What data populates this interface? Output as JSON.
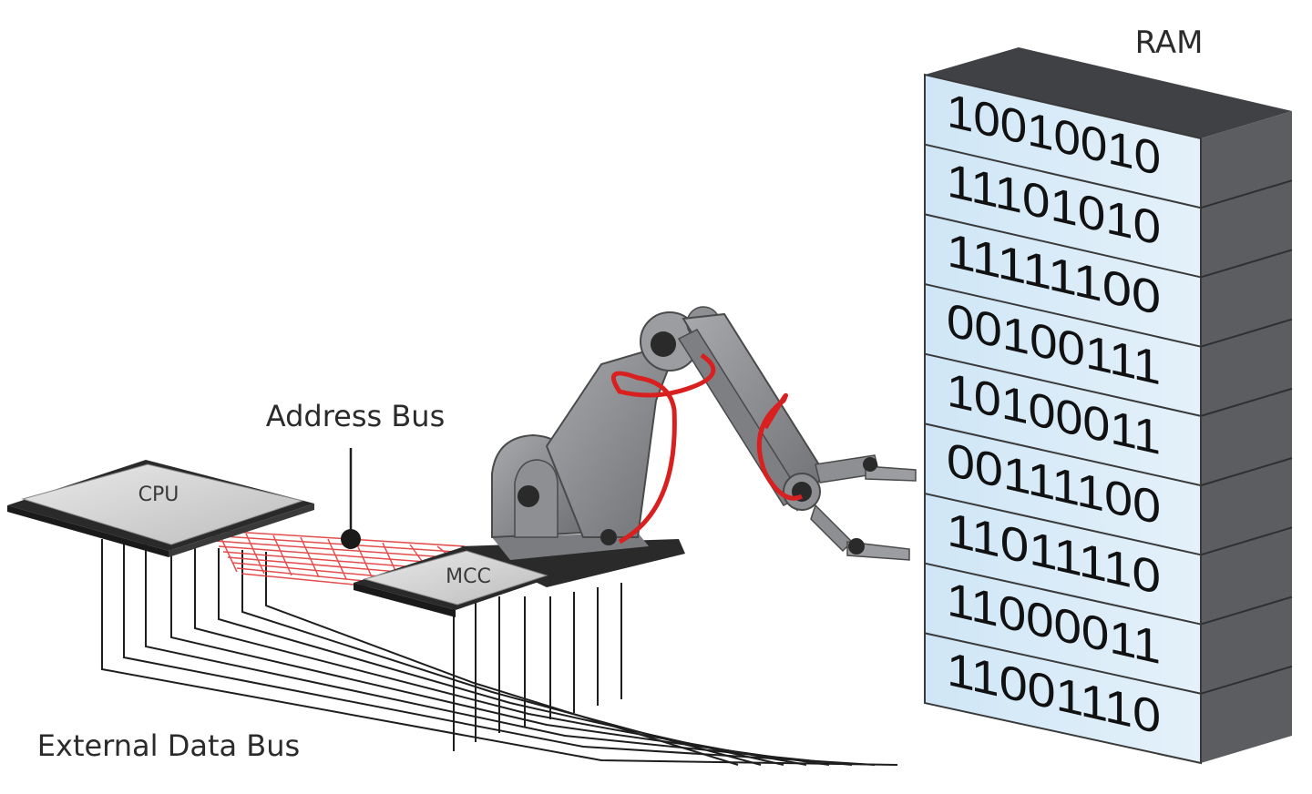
{
  "labels": {
    "ram": "RAM",
    "address_bus": "Address Bus",
    "external_data_bus": "External Data Bus",
    "cpu": "CPU",
    "mcc": "MCC"
  },
  "ram_rows": [
    "10010010",
    "11101010",
    "11111100",
    "00100111",
    "10100011",
    "00111100",
    "11011110",
    "11000011",
    "11001110"
  ],
  "colors": {
    "address_bus": "#e23a3a",
    "ram_face": "#d4e9f7",
    "ram_side": "#5b5d60",
    "arm": "#8e9094"
  }
}
